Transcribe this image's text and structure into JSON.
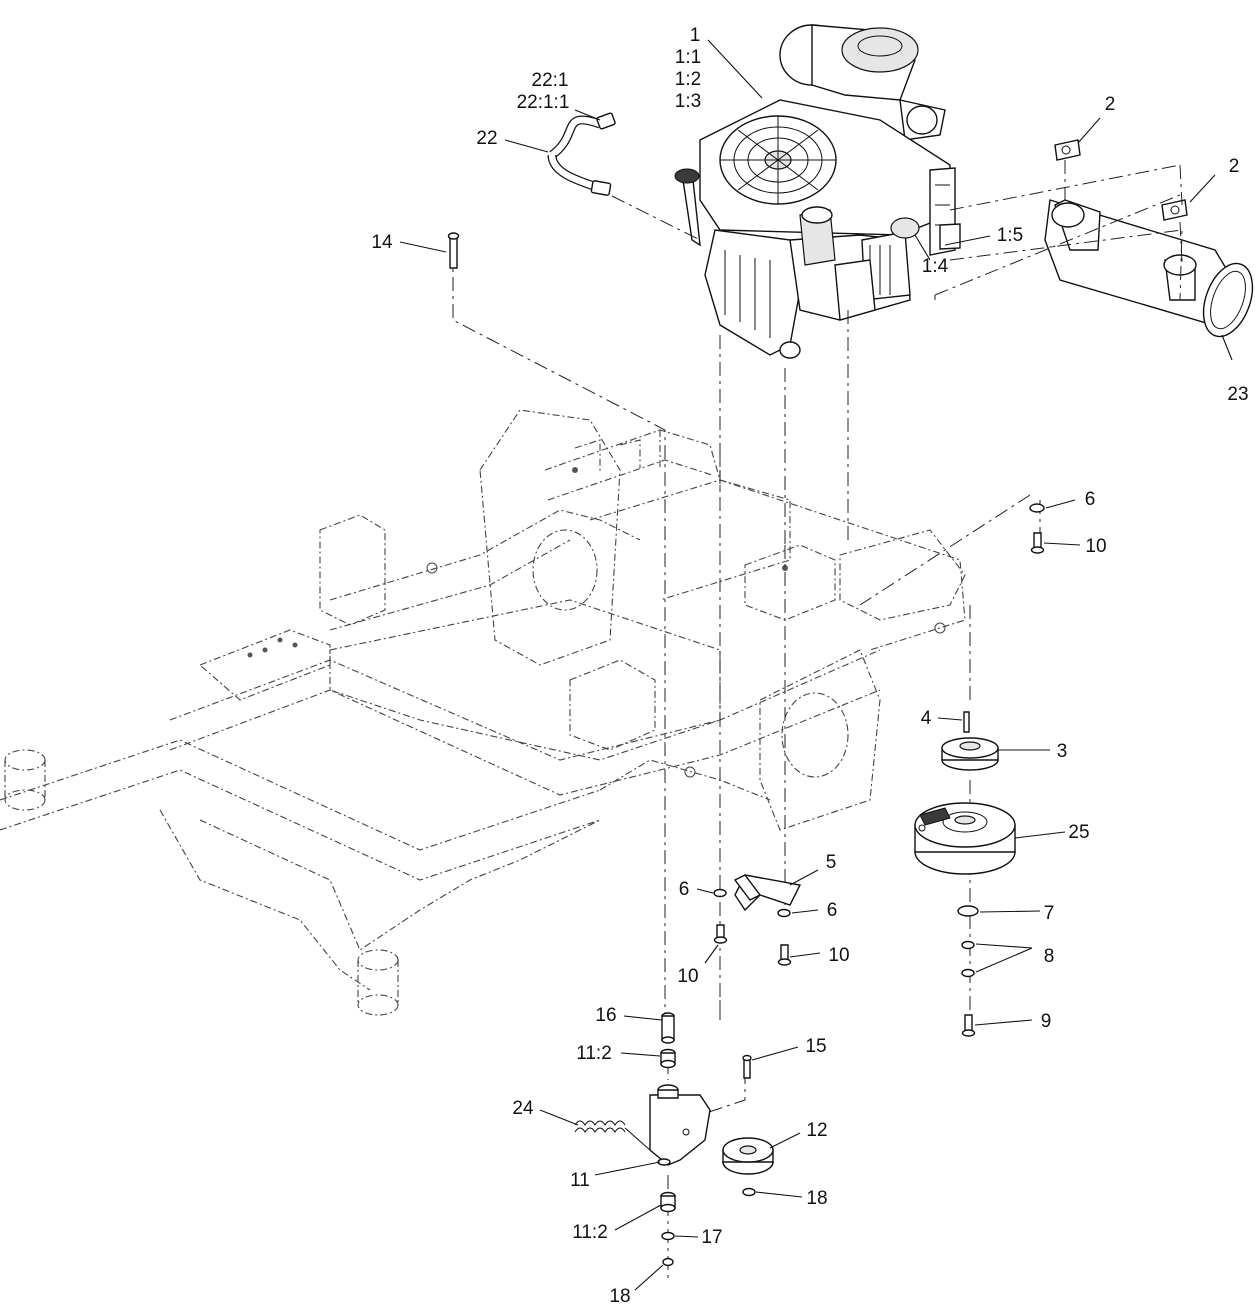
{
  "diagram": {
    "callouts": {
      "c1": "1",
      "c1_1": "1:1",
      "c1_2": "1:2",
      "c1_3": "1:3",
      "c1_4": "1:4",
      "c1_5": "1:5",
      "c2a": "2",
      "c2b": "2",
      "c3": "3",
      "c4": "4",
      "c5": "5",
      "c6a": "6",
      "c6b": "6",
      "c6c": "6",
      "c7": "7",
      "c8": "8",
      "c9": "9",
      "c10a": "10",
      "c10b": "10",
      "c10c": "10",
      "c11": "11",
      "c11_2a": "11:2",
      "c11_2b": "11:2",
      "c12": "12",
      "c14": "14",
      "c15": "15",
      "c16": "16",
      "c17": "17",
      "c18a": "18",
      "c18b": "18",
      "c22": "22",
      "c22_1": "22:1",
      "c22_1_1": "22:1:1",
      "c23": "23",
      "c24": "24",
      "c25": "25"
    },
    "parts": [
      "engine",
      "exhaust-gasket",
      "muffler",
      "pulley",
      "key",
      "bracket",
      "washer",
      "bolt",
      "spacer",
      "idler-arm",
      "idler-pulley",
      "pin",
      "shoulder-bolt",
      "bushing",
      "nut",
      "fuel-hose",
      "extension-spring",
      "electric-clutch",
      "chassis-frame"
    ]
  }
}
